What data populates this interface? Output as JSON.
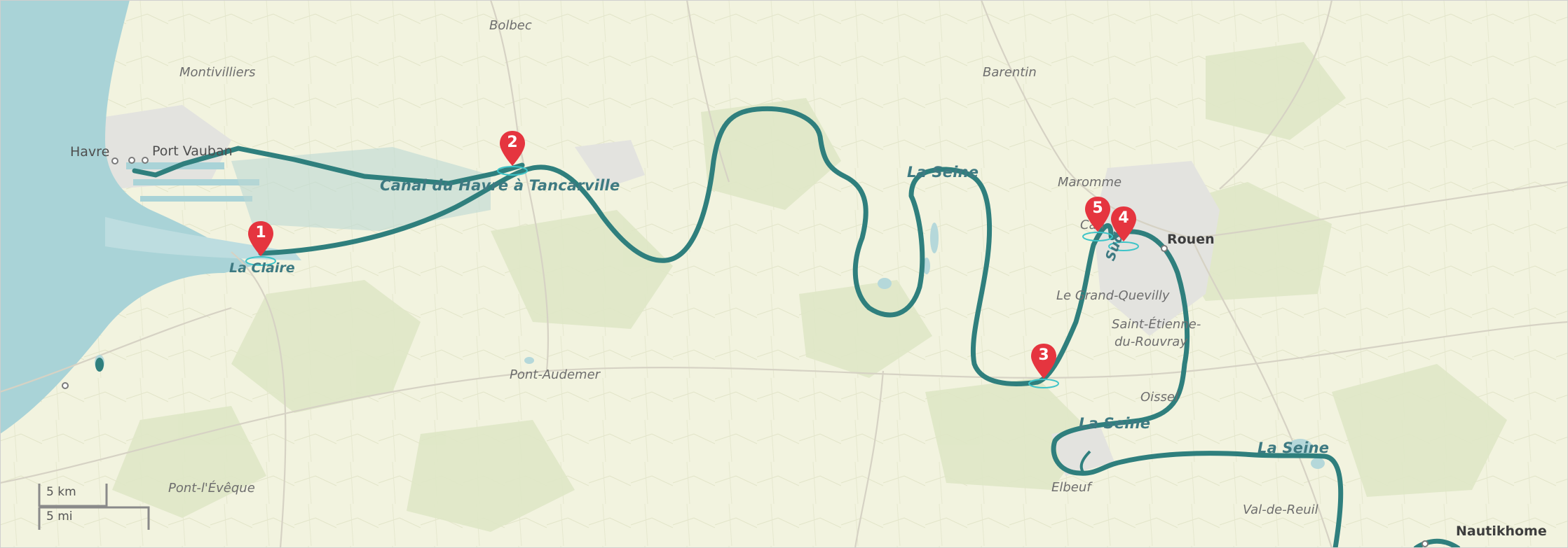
{
  "map": {
    "places": {
      "bolbec": "Bolbec",
      "montivilliers": "Montivilliers",
      "barentin": "Barentin",
      "havre": "Havre",
      "port_vauban": "Port Vauban",
      "maromme": "Maromme",
      "canteleu": "Can",
      "rouen": "Rouen",
      "grand_quevilly": "Le Grand-Quevilly",
      "saint_etienne_1": "Saint-Étienne-",
      "saint_etienne_2": "du-Rouvray",
      "oissel": "Oissel",
      "pont_audemer": "Pont-Audemer",
      "pont_leveque": "Pont-l'Évêque",
      "elbeuf": "Elbeuf",
      "val_de_reuil": "Val-de-Reuil",
      "nautikhome": "Nautikhome",
      "la_claire": "La Claire",
      "sud": "Sud"
    },
    "waterways": {
      "canal": "Canal du Havre à Tancarville",
      "seine_1": "La Seine",
      "seine_2": "La Seine",
      "seine_3": "La Seine"
    },
    "markers": [
      {
        "number": "1"
      },
      {
        "number": "2"
      },
      {
        "number": "3"
      },
      {
        "number": "4"
      },
      {
        "number": "5"
      }
    ],
    "scale": {
      "km": "5 km",
      "mi": "5 mi"
    },
    "colors": {
      "sea": "#a9d3d7",
      "land": "#eef0da",
      "route": "#2f7f7d",
      "marker": "#e5353f"
    }
  }
}
